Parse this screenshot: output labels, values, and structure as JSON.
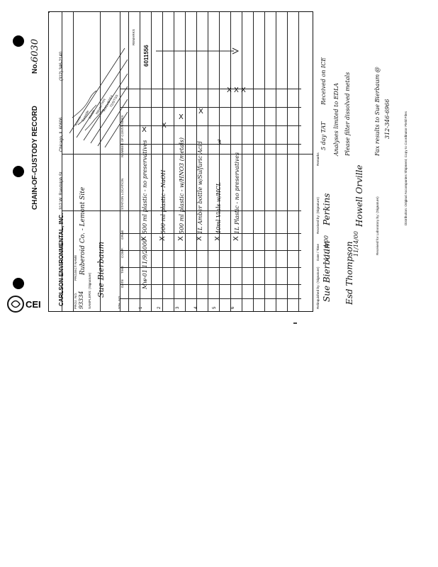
{
  "header": {
    "title": "CHAIN-OF-CUSTODY RECORD",
    "number_label": "No.",
    "number_value": "6030",
    "company": "CARLSON ENVIRONMENTAL, INC.",
    "address": "312 W. Randolph St.",
    "city": "Chicago, IL 60606",
    "phone": "(312) 346-2140"
  },
  "project": {
    "proj_no_label": "PROJ. NO.",
    "proj_no": "93334",
    "project_name_label": "PROJECT NAME",
    "project_name": "Ruberoid Co. - Lemont Site",
    "samplers_label": "SAMPLERS: (Signature)",
    "samplers": "Sue Bierbaum"
  },
  "table": {
    "headers": {
      "sta_no": "STA. NO.",
      "date": "DATE",
      "time": "TIME",
      "comp": "COMP.",
      "grab": "GRAB",
      "station_location": "STATION LOCATION",
      "num_containers": "NUMBER OF CONTAINERS",
      "remarks": "REMARKS"
    },
    "rows": [
      {
        "sta": "1",
        "date": "Mw-01",
        "time": "11/9/2000",
        "grab": "X",
        "location": "500 ml plastic - no preservatives",
        "x1": "X"
      },
      {
        "sta": "2",
        "date": "",
        "time": "",
        "grab": "X",
        "location": "500 ml plastic - NaOH",
        "x1": "X"
      },
      {
        "sta": "3",
        "date": "",
        "time": "",
        "grab": "X",
        "location": "500 ml plastic - w/HNO3 (metals)",
        "x1": "X"
      },
      {
        "sta": "4",
        "date": "",
        "time": "",
        "grab": "X",
        "location": "1L Amber bottle w/Sulfuric Acid",
        "x1": "X"
      },
      {
        "sta": "5",
        "date": "",
        "time": "",
        "grab": "X",
        "location": "40ml Vials w/HCL",
        "x1": "3"
      },
      {
        "sta": "6",
        "date": "",
        "time": "",
        "grab": "X",
        "location": "1L Plastic - no preservatives",
        "x1": "X"
      }
    ],
    "analyses": [
      "Anions",
      "Cyanide",
      "Metals",
      "Nitrate/TKN",
      "VOCs/BTEX",
      "TDS/TSS"
    ],
    "side_code": "6011556",
    "side_label": "REMARKS"
  },
  "signatures": {
    "relinquished_label": "Relinquished by: (Signature)",
    "relinquished_by": "Sue Bierbaum",
    "date_time_label": "Date / Time",
    "date_time": "11/14/00",
    "received_label": "Received by: (Signature)",
    "received_by": "Perkins",
    "relinquished2": "Esd Thompson",
    "date_time2": "11/14/00",
    "received2": "Howell Orville",
    "received_lab_label": "Received for Laboratory by: (Signature)"
  },
  "remarks": {
    "label": "Remarks",
    "line1": "5 day TAT",
    "line2": "Received on ICE",
    "line3": "Analyses limited to EDLA",
    "line4": "Please filter dissolved metals",
    "line5": "Fax results to Sue Bierbaum @",
    "line6": "312-346-6966"
  },
  "footer": {
    "distribution": "Distribution: Original Accompanies Shipment; Copy to Coordinator Field Files"
  }
}
